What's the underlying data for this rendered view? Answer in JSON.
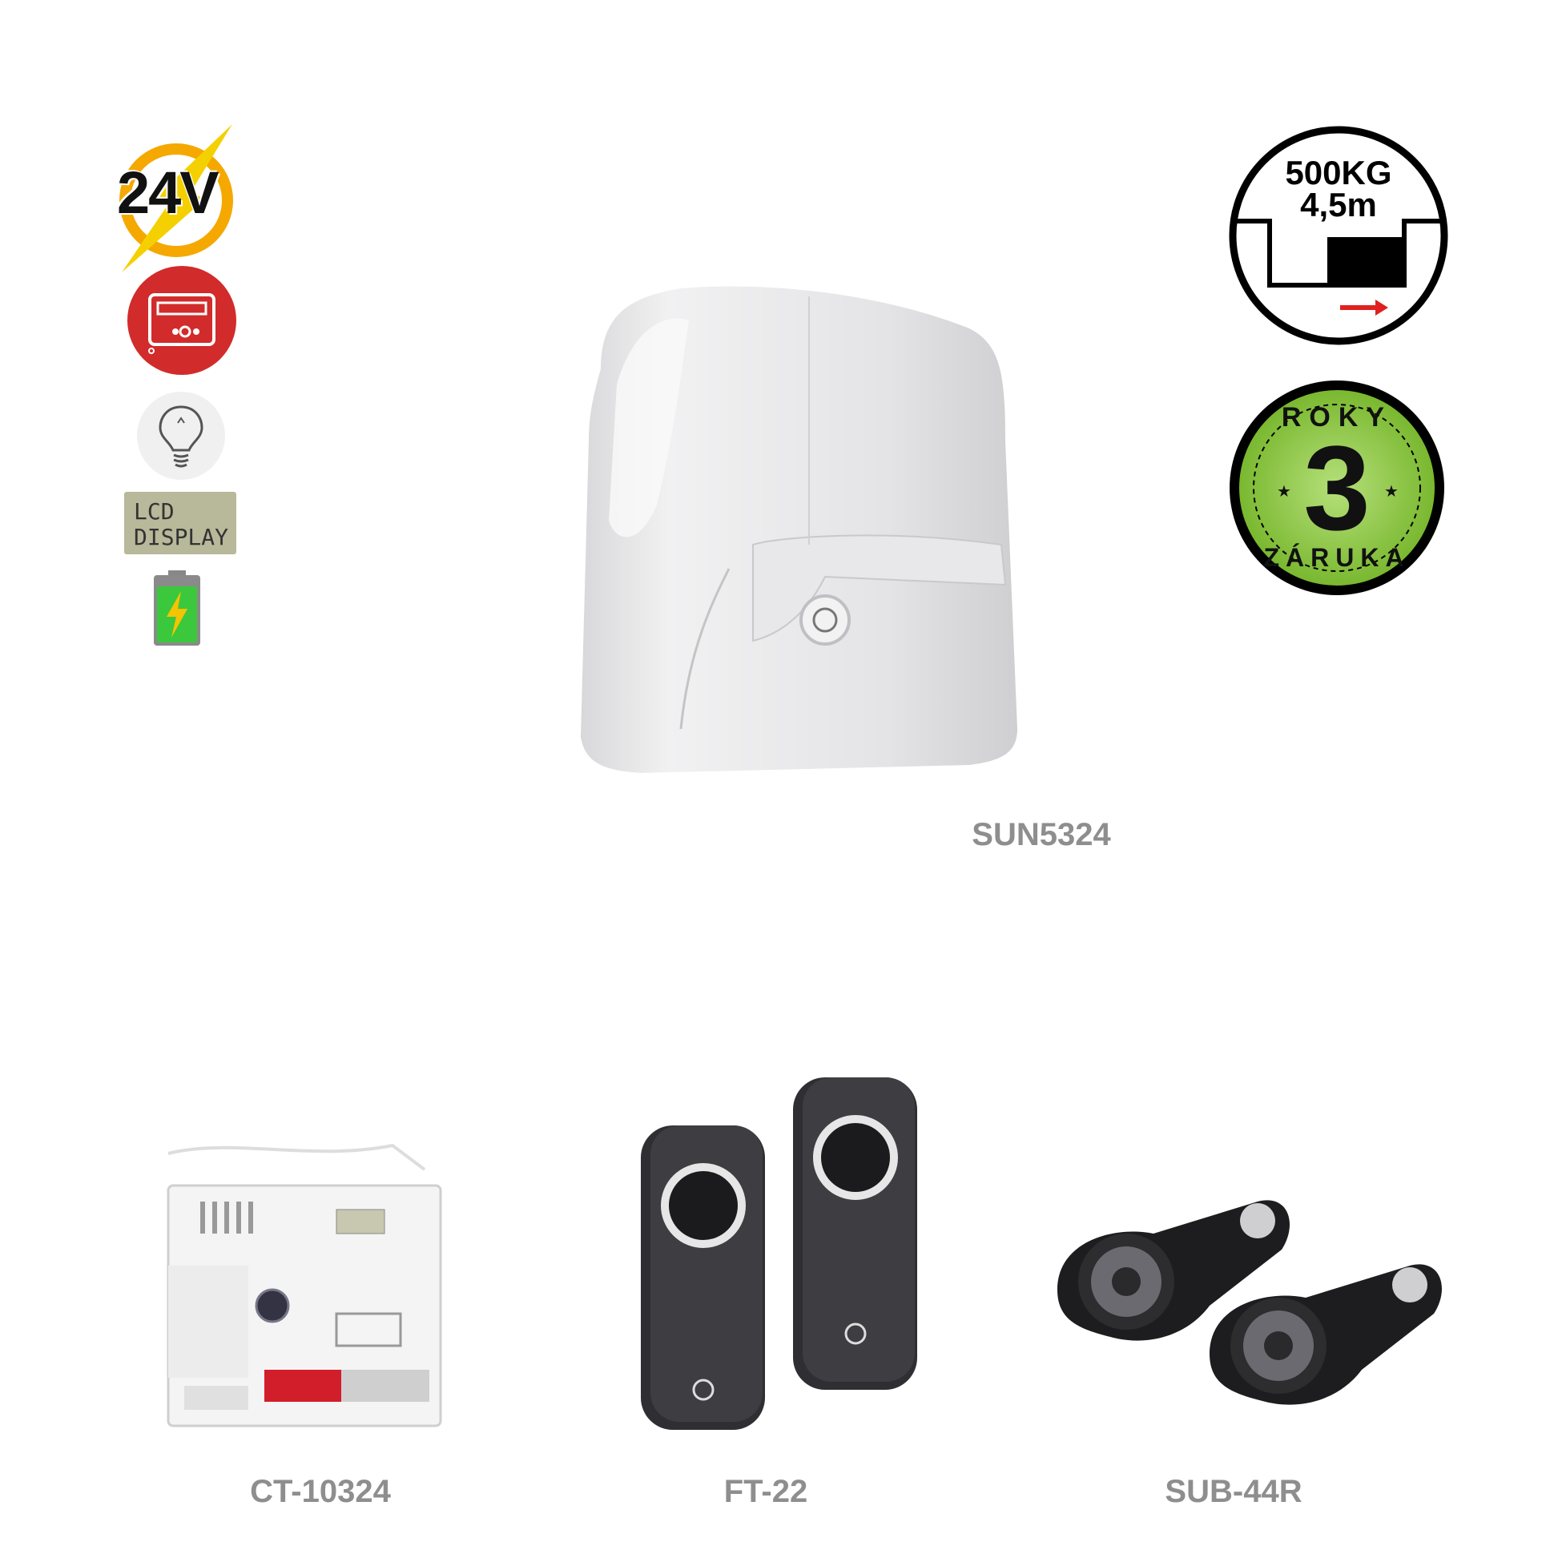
{
  "badges": {
    "voltage": "24V",
    "lcd_line1": "LCD",
    "lcd_line2": "DISPLAY",
    "capacity_weight": "500KG",
    "capacity_length": "4,5m",
    "warranty_top": "ROKY",
    "warranty_number": "3",
    "warranty_bottom": "ZÁRUKA"
  },
  "icons": {
    "control_panel": "control-panel-icon",
    "bulb": "bulb-icon",
    "battery": "battery-icon",
    "arrow": "arrow-right-icon"
  },
  "products": {
    "motor": "SUN5324",
    "control_board": "CT-10324",
    "photocells": "FT-22",
    "remotes": "SUB-44R"
  },
  "colors": {
    "voltage_ring": "#f5a800",
    "control_red": "#d22b2b",
    "warranty_green": "#8cc63f",
    "lcd_bg": "#b8b89a",
    "label_gray": "#8e8e8e",
    "arrow_red": "#e02020"
  }
}
